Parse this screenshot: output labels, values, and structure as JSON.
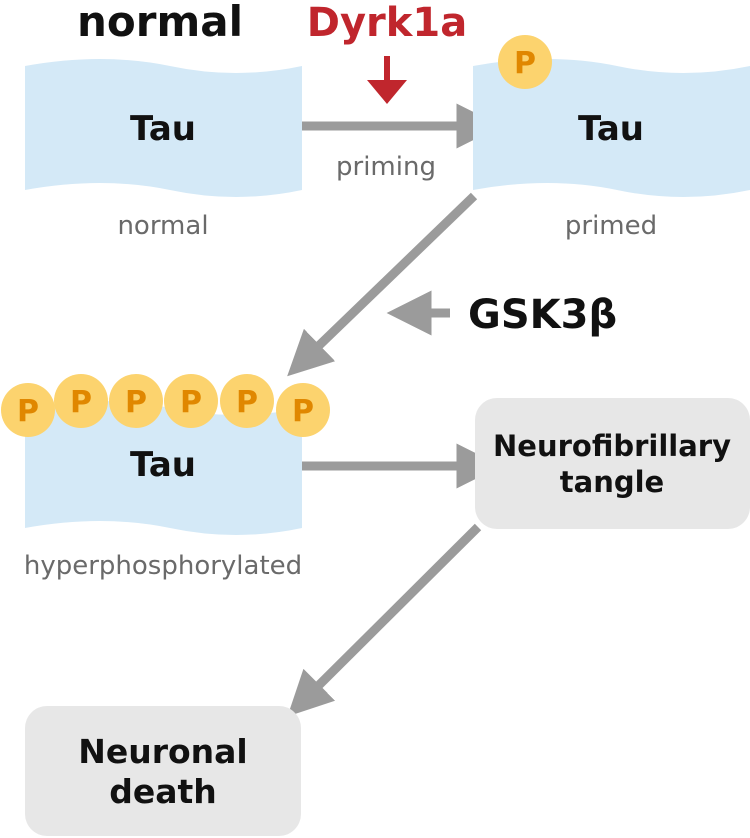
{
  "header": {
    "normal_title": "normal",
    "enzyme1": "Dyrk1a",
    "enzyme2": "GSK3β"
  },
  "tau": {
    "label": "Tau",
    "normal_state": "normal",
    "primed_state": "primed",
    "hyper_state": "hyperphosphorylated",
    "phosphate": "P"
  },
  "steps": {
    "priming": "priming"
  },
  "outcomes": {
    "tangle_line1": "Neurofibrillary",
    "tangle_line2": "tangle",
    "death_line1": "Neuronal",
    "death_line2": "death"
  },
  "colors": {
    "tau_fill": "#d4e9f7",
    "box_fill": "#e7e7e7",
    "arrow": "#9b9b9b",
    "enzyme_red": "#c0262d",
    "phosphate_fill": "#fcd36e",
    "phosphate_text": "#e08700",
    "state_text": "#6a6a6a"
  }
}
